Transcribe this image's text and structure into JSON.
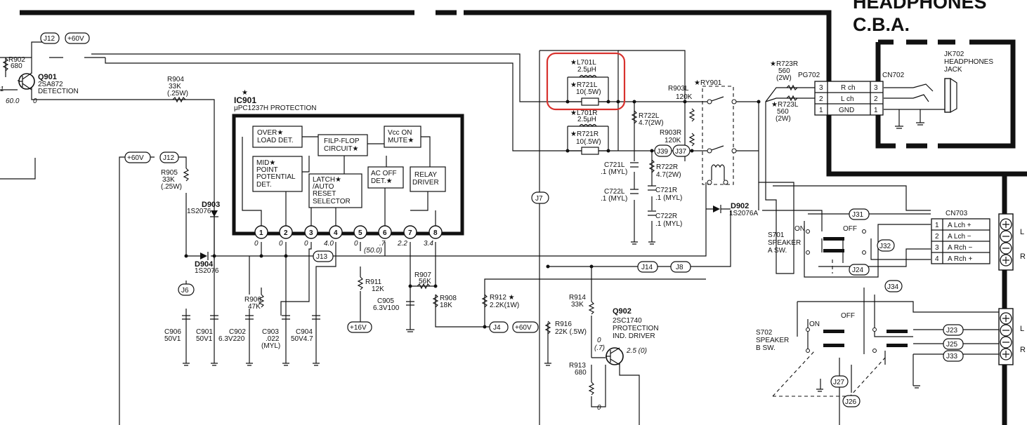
{
  "header": {
    "line1": "HEADPHONES",
    "line2": "C.B.A."
  },
  "ic": {
    "ref": "IC901",
    "star": "★",
    "desc": "μPC1237H PROTECTION",
    "blocks": {
      "overload_1": "OVER★",
      "overload_2": "LOAD DET.",
      "flipflop_1": "FILP-FLOP",
      "flipflop_2": "CIRCUIT★",
      "mute_1": "Vcc ON",
      "mute_2": "MUTE★",
      "mid_1": "MID★",
      "mid_2": "POINT",
      "mid_3": "POTENTIAL",
      "mid_4": "DET.",
      "latch_1": "LATCH★",
      "latch_2": "/AUTO",
      "latch_3": "RESET",
      "latch_4": "SELECTOR",
      "acoff_1": "AC OFF",
      "acoff_2": "DET.★",
      "relay_1": "RELAY",
      "relay_2": "DRIVER"
    },
    "pins": [
      "1",
      "2",
      "3",
      "4",
      "5",
      "6",
      "7",
      "8"
    ],
    "pin_voltages": [
      "0",
      "0",
      "0",
      "4.0",
      "0",
      "(50.0)",
      ".7",
      "2.2",
      "3.4"
    ]
  },
  "components": {
    "q901": {
      "ref": "Q901",
      "type": "2SA872",
      "func": "DETECTION",
      "v_base": "60.0",
      "v_emit": "0",
      "v_left": "1"
    },
    "r902": {
      "ref": "R902",
      "val": "680"
    },
    "r904": {
      "ref": "R904",
      "val": "33K",
      "rating": "(.25W)"
    },
    "r905": {
      "ref": "R905",
      "val": "33K",
      "rating": "(.25W)"
    },
    "d903": {
      "ref": "D903",
      "type": "1S2076"
    },
    "d904": {
      "ref": "D904",
      "type": "1S2076"
    },
    "r906": {
      "ref": "R906",
      "val": "47K"
    },
    "c906": {
      "ref": "C906",
      "val": "50V1"
    },
    "c901": {
      "ref": "C901",
      "val": "50V1"
    },
    "c902": {
      "ref": "C902",
      "val": "6.3V220"
    },
    "c903": {
      "ref": "C903",
      "val": ".022",
      "type": "(MYL)"
    },
    "c904": {
      "ref": "C904",
      "val": "50V4.7"
    },
    "r911": {
      "ref": "R911",
      "val": "12K"
    },
    "c905": {
      "ref": "C905",
      "val": "6.3V100"
    },
    "r907": {
      "ref": "R907",
      "val": "56K"
    },
    "r908": {
      "ref": "R908",
      "val": "18K"
    },
    "r912": {
      "ref": "R912 ★",
      "val": "2.2K(1W)"
    },
    "r914": {
      "ref": "R914",
      "val": "33K"
    },
    "r916": {
      "ref": "R916",
      "val": "22K (.5W)"
    },
    "r913": {
      "ref": "R913",
      "val": "680"
    },
    "q902": {
      "ref": "Q902",
      "type": "2SC1740",
      "func1": "PROTECTION",
      "func2": "IND. DRIVER",
      "v_base": "0",
      "v_base2": "(.7)",
      "v_col": "2.5 (0)"
    },
    "l701l": {
      "ref": "★L701L",
      "val": "2.5μH"
    },
    "r721l": {
      "ref": "★R721L",
      "val": "10(.5W)"
    },
    "l701r": {
      "ref": "★L701R",
      "val": "2.5μH"
    },
    "r721r": {
      "ref": "★R721R",
      "val": "10(.5W)"
    },
    "r722l": {
      "ref": "R722L",
      "val": "4.7(2W)"
    },
    "r722r": {
      "ref": "R722R",
      "val": "4.7(2W)"
    },
    "c721l": {
      "ref": "C721L",
      "val": ".1 (MYL)"
    },
    "c722l": {
      "ref": "C722L",
      "val": ".1 (MYL)"
    },
    "c721r": {
      "ref": "C721R",
      "val": ".1 (MYL)"
    },
    "c722r": {
      "ref": "C722R",
      "val": ".1 (MYL)"
    },
    "r903l": {
      "ref": "R903L",
      "val": "120K"
    },
    "r903r": {
      "ref": "R903R",
      "val": "120K"
    },
    "ry901": {
      "ref": "★RY901"
    },
    "d902": {
      "ref": "D902",
      "type": "1S2076A"
    },
    "r723r": {
      "ref": "★R723R",
      "val": "560",
      "rating": "(2W)"
    },
    "r723l": {
      "ref": "★R723L",
      "val": "560",
      "rating": "(2W)"
    },
    "pg702": "PG702",
    "cn702": "CN702",
    "jk702": {
      "ref": "JK702",
      "line1": "HEADPHONES",
      "line2": "JACK"
    },
    "cn703": "CN703",
    "s701": {
      "line1": "S701",
      "line2": "SPEAKER",
      "line3": "A SW.",
      "on": "ON",
      "off": "OFF"
    },
    "s702": {
      "line1": "S702",
      "line2": "SPEAKER",
      "line3": "B SW.",
      "on": "ON",
      "off": "OFF"
    }
  },
  "headphone_connector": [
    {
      "pin": "3",
      "label": "R ch",
      "pin2": "3"
    },
    {
      "pin": "2",
      "label": "L ch",
      "pin2": "2"
    },
    {
      "pin": "1",
      "label": "GND",
      "pin2": "1"
    }
  ],
  "speaker_connector": [
    {
      "pin": "1",
      "label": "A Lch +"
    },
    {
      "pin": "2",
      "label": "A Lch −"
    },
    {
      "pin": "3",
      "label": "A Rch −"
    },
    {
      "pin": "4",
      "label": "A Rch +"
    }
  ],
  "edge_labels": [
    "L",
    "R",
    "L",
    "R"
  ],
  "rails": {
    "plus60": "+60V",
    "plus16": "+16V"
  },
  "jumpers": {
    "j12a": "J12",
    "j12b": "J12",
    "j6": "J6",
    "j13": "J13",
    "j7": "J7",
    "j39": "J39",
    "j37": "J37",
    "j14": "J14",
    "j8": "J8",
    "j4": "J4",
    "j31": "J31",
    "j32": "J32",
    "j24": "J24",
    "j34": "J34",
    "j23": "J23",
    "j25": "J25",
    "j33": "J33",
    "j27": "J27",
    "j26": "J26"
  },
  "colors": {
    "ink": "#111111",
    "highlight": "#d8322e",
    "paper": "#ffffff"
  }
}
